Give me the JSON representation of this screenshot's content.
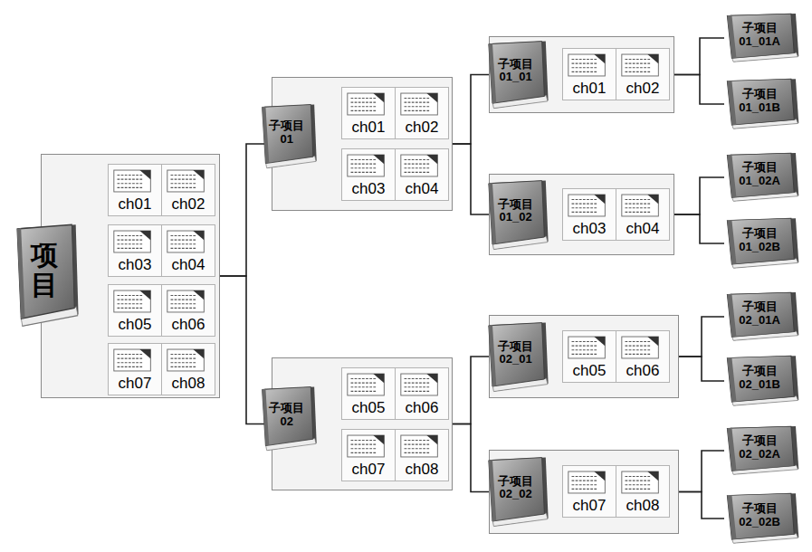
{
  "diagram": {
    "nodes": [
      {
        "text": [
          "项目"
        ]
      },
      {
        "text": [
          "ch01"
        ],
        "in": 0
      },
      {
        "text": [
          "ch02"
        ],
        "in": 0
      },
      {
        "text": [
          "ch03"
        ],
        "in": 0
      },
      {
        "text": [
          "ch04"
        ],
        "in": 0
      },
      {
        "text": [
          "ch05"
        ],
        "in": 0
      },
      {
        "text": [
          "ch06"
        ],
        "in": 0
      },
      {
        "text": [
          "ch07"
        ],
        "in": 0
      },
      {
        "text": [
          "ch08"
        ],
        "in": 0
      },
      {
        "text": [
          "子项目 01"
        ]
      },
      {
        "text": [
          "ch01"
        ],
        "in": 9
      },
      {
        "text": [
          "ch02"
        ],
        "in": 9
      },
      {
        "text": [
          "ch03"
        ],
        "in": 9
      },
      {
        "text": [
          "ch04"
        ],
        "in": 9
      },
      {
        "text": [
          "子项目 01_01"
        ]
      },
      {
        "text": [
          "ch01"
        ],
        "in": 14
      },
      {
        "text": [
          "ch02"
        ],
        "in": 14
      },
      {
        "text": [
          "子项目 01_01A"
        ]
      },
      {
        "text": [
          "子项目 01_01B"
        ]
      },
      {
        "text": [
          "子项目 01_02"
        ]
      },
      {
        "text": [
          "ch03"
        ],
        "in": 19
      },
      {
        "text": [
          "ch04"
        ],
        "in": 19
      },
      {
        "text": [
          "子项目 01_02A"
        ]
      },
      {
        "text": [
          "子项目 01_02B"
        ]
      },
      {
        "text": [
          "子项目 02"
        ]
      },
      {
        "text": [
          "ch05"
        ],
        "in": 24
      },
      {
        "text": [
          "ch06"
        ],
        "in": 24
      },
      {
        "text": [
          "ch07"
        ],
        "in": 24
      },
      {
        "text": [
          "ch08"
        ],
        "in": 24
      },
      {
        "text": [
          "子项目 02_01"
        ]
      },
      {
        "text": [
          "ch05"
        ],
        "in": 29
      },
      {
        "text": [
          "ch06"
        ],
        "in": 29
      },
      {
        "text": [
          "子项目 02_01A"
        ]
      },
      {
        "text": [
          "子项目 02_01B"
        ]
      },
      {
        "text": [
          "子项目 02_02"
        ]
      },
      {
        "text": [
          "ch07"
        ],
        "in": 34
      },
      {
        "text": [
          "ch08"
        ],
        "in": 34
      },
      {
        "text": [
          "子项目 02_02A"
        ]
      },
      {
        "text": [
          "子项目 02_02B"
        ]
      }
    ],
    "edges": [
      {
        "from": 0,
        "to": 9,
        "arrow": "none"
      },
      {
        "from": 0,
        "to": 24,
        "arrow": "none"
      },
      {
        "from": 9,
        "to": 14,
        "arrow": "none"
      },
      {
        "from": 9,
        "to": 19,
        "arrow": "none"
      },
      {
        "from": 14,
        "to": 17,
        "arrow": "none"
      },
      {
        "from": 14,
        "to": 18,
        "arrow": "none"
      },
      {
        "from": 19,
        "to": 22,
        "arrow": "none"
      },
      {
        "from": 19,
        "to": 23,
        "arrow": "none"
      },
      {
        "from": 24,
        "to": 29,
        "arrow": "none"
      },
      {
        "from": 24,
        "to": 34,
        "arrow": "none"
      },
      {
        "from": 29,
        "to": 32,
        "arrow": "none"
      },
      {
        "from": 29,
        "to": 33,
        "arrow": "none"
      },
      {
        "from": 34,
        "to": 37,
        "arrow": "none"
      },
      {
        "from": 34,
        "to": 38,
        "arrow": "none"
      }
    ]
  }
}
